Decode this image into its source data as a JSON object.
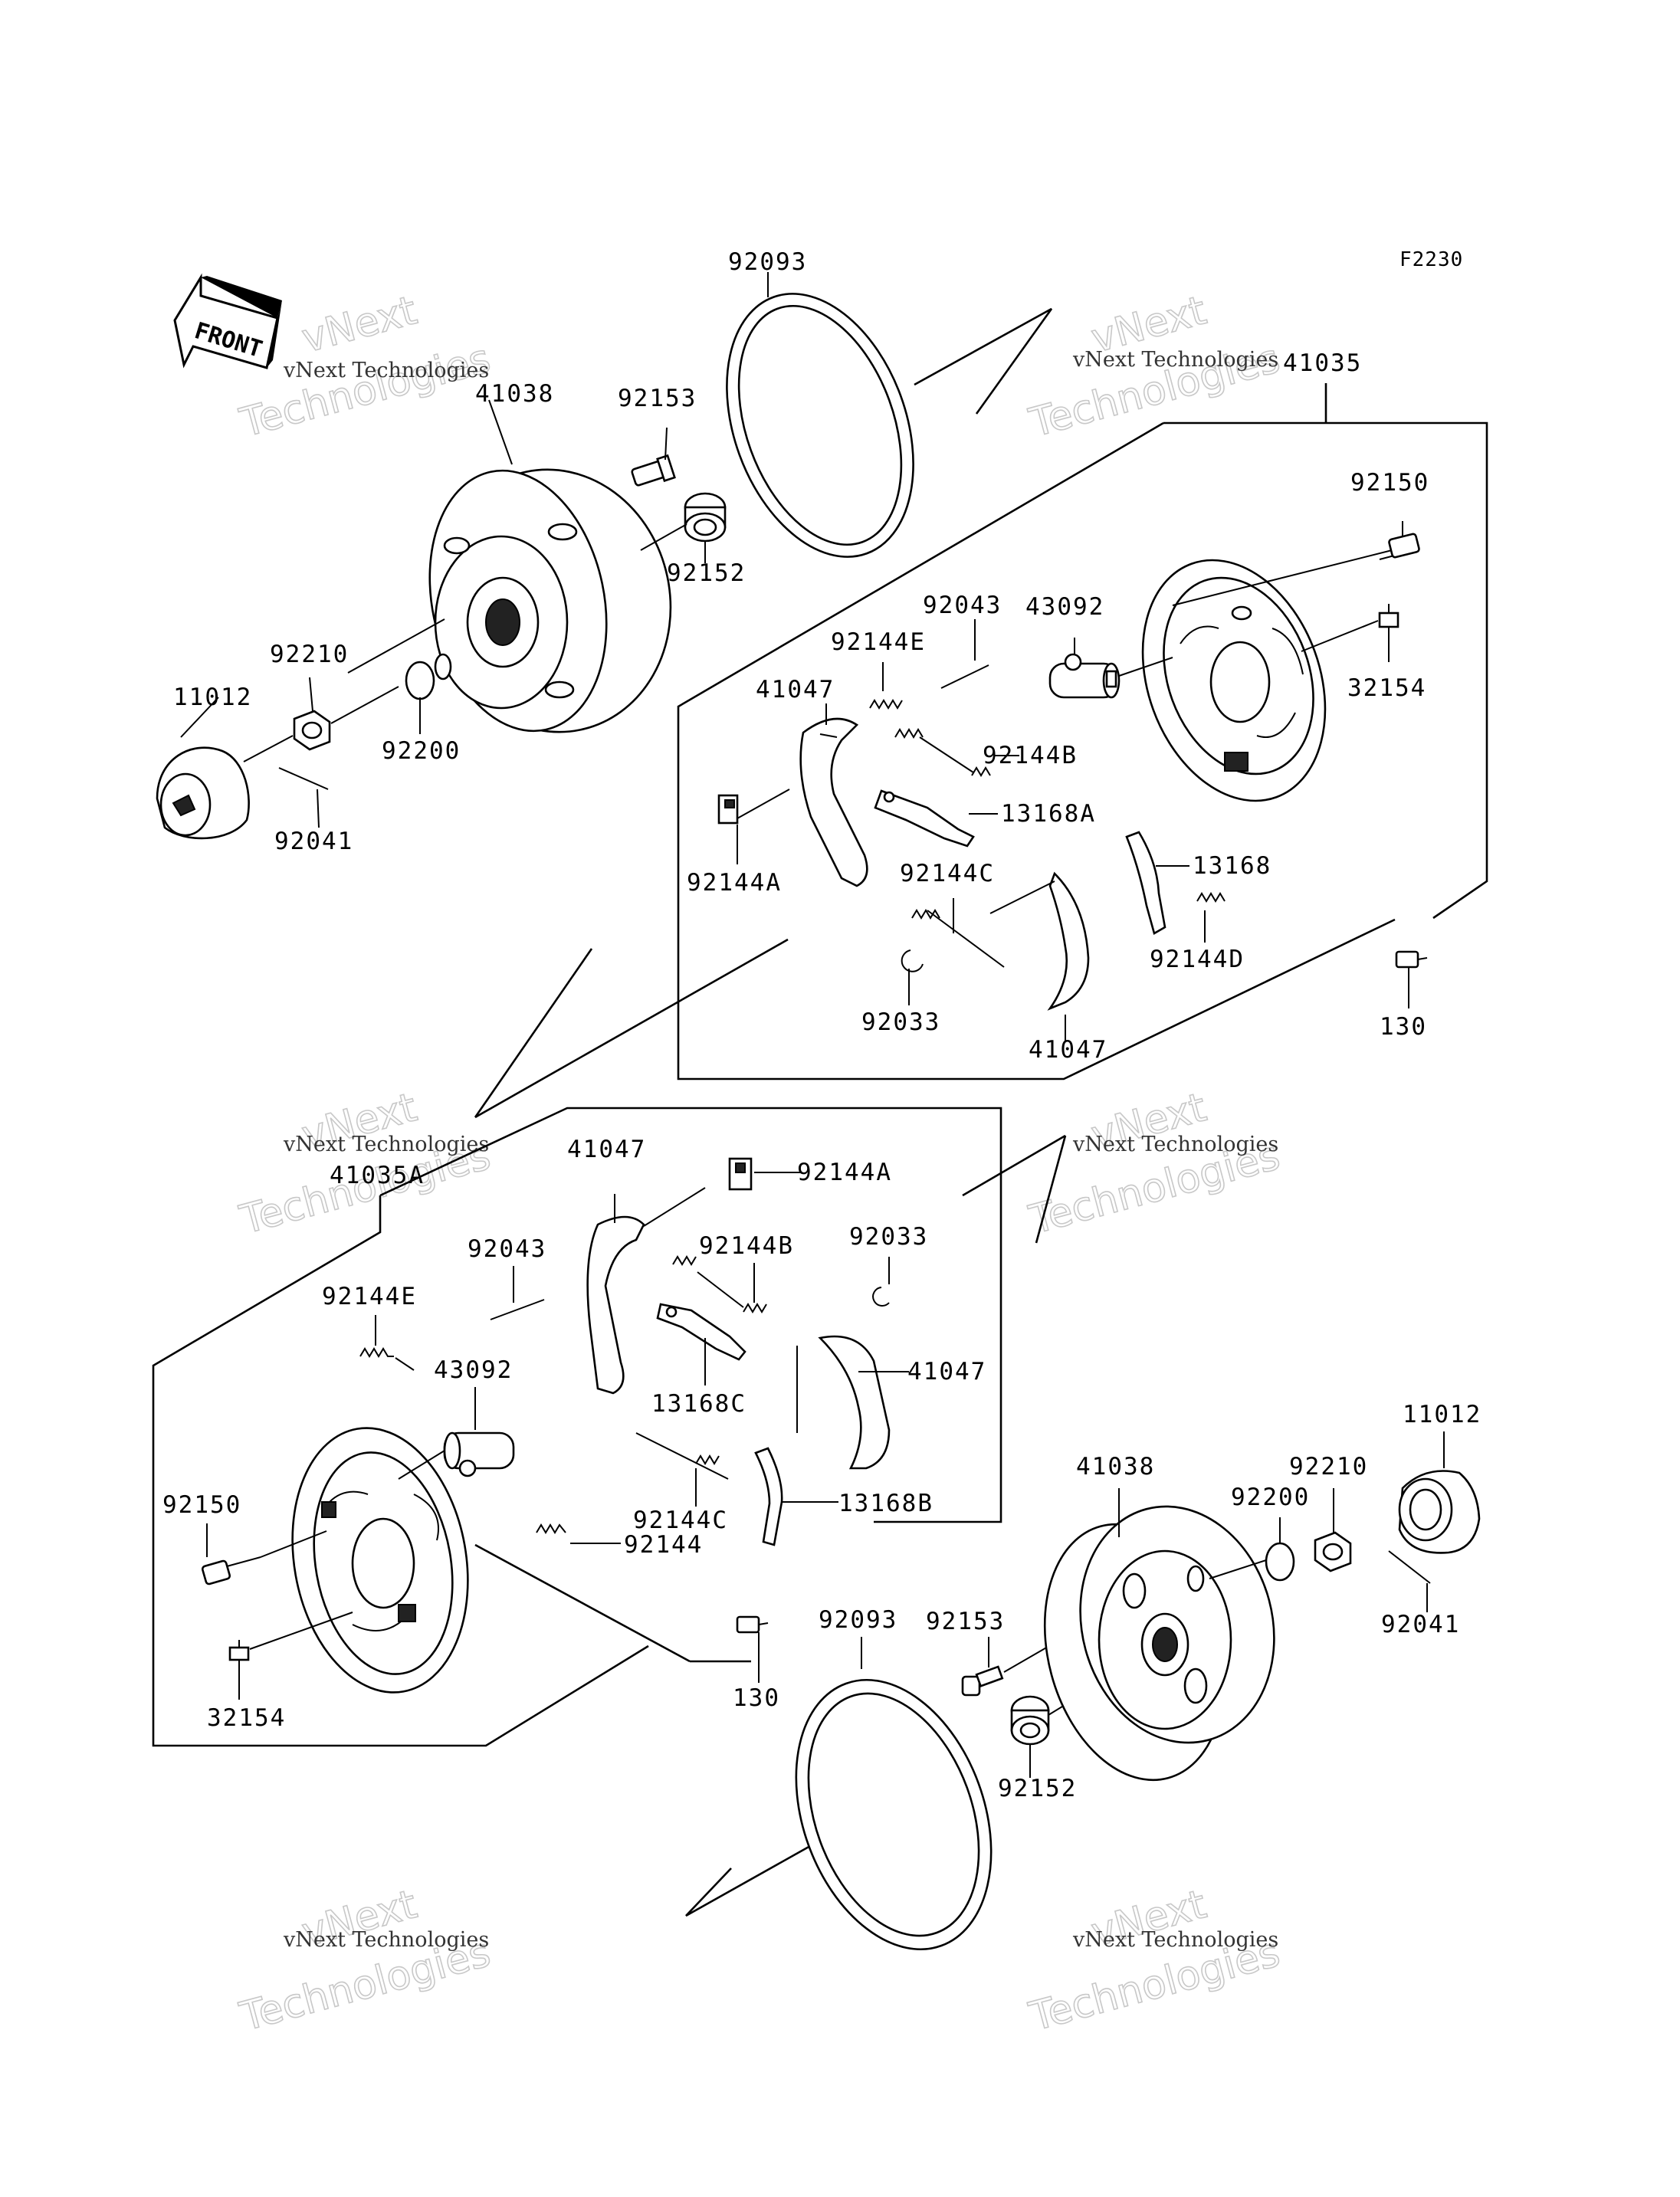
{
  "diagram_code": "F2230",
  "front_label": "FRONT",
  "watermark": {
    "line1": "vNext Technologies",
    "line2": "vNext",
    "line3": "Technologies"
  },
  "upper_assembly": {
    "drum": "41038",
    "seal_ring": "92093",
    "bolt": "92153",
    "bushing": "92152",
    "nut": "92210",
    "washer": "92200",
    "cap": "11012",
    "cotter_pin": "92041",
    "panel": "41035",
    "panel_bolt": "92150",
    "bleeder": "32154",
    "wheel_cylinder": "43092",
    "pin": "92043",
    "spring_e": "92144E",
    "spring_b": "92144B",
    "shoe_upper": "41047",
    "lever": "13168A",
    "clip": "92144A",
    "spring_c": "92144C",
    "link": "13168",
    "spring_d": "92144D",
    "e_ring": "92033",
    "shoe_lower": "41047",
    "screw": "130"
  },
  "lower_assembly": {
    "panel": "41035A",
    "shoe_upper": "41047",
    "clip": "92144A",
    "pin": "92043",
    "spring_b": "92144B",
    "e_ring": "92033",
    "spring_e": "92144E",
    "wheel_cylinder": "43092",
    "lever": "13168C",
    "shoe_right": "41047",
    "panel_bolt": "92150",
    "spring_c": "92144C",
    "link": "13168B",
    "spring": "92144",
    "bleeder": "32154",
    "screw": "130",
    "seal_ring": "92093",
    "bolt": "92153",
    "bushing": "92152",
    "drum": "41038",
    "washer": "92200",
    "nut": "92210",
    "cap": "11012",
    "cotter_pin": "92041"
  }
}
